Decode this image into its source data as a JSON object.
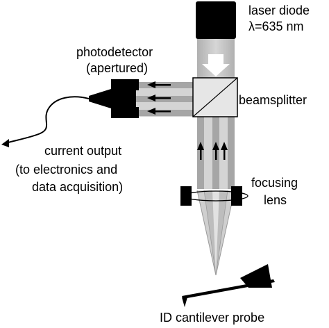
{
  "labels": {
    "laser_line1": "laser diode",
    "laser_line2": "λ=635 nm",
    "photodetector_line1": "photodetector",
    "photodetector_line2": "(apertured)",
    "beamsplitter": "beamsplitter",
    "current_line1": "current output",
    "current_line2": "(to electronics and",
    "current_line3": "data acquisition)",
    "focusing_line1": "focusing",
    "focusing_line2": "lens",
    "probe": "ID cantilever probe"
  },
  "colors": {
    "ink": "#000000",
    "beam_gray": "#b3b3b3",
    "beam_light": "#d9d9d9",
    "background": "#ffffff"
  },
  "icons": {
    "laser": "laser-diode-icon",
    "photodetector": "photodetector-icon",
    "beamsplitter": "beamsplitter-cube-icon",
    "lens": "focusing-lens-icon",
    "probe": "cantilever-probe-icon"
  }
}
